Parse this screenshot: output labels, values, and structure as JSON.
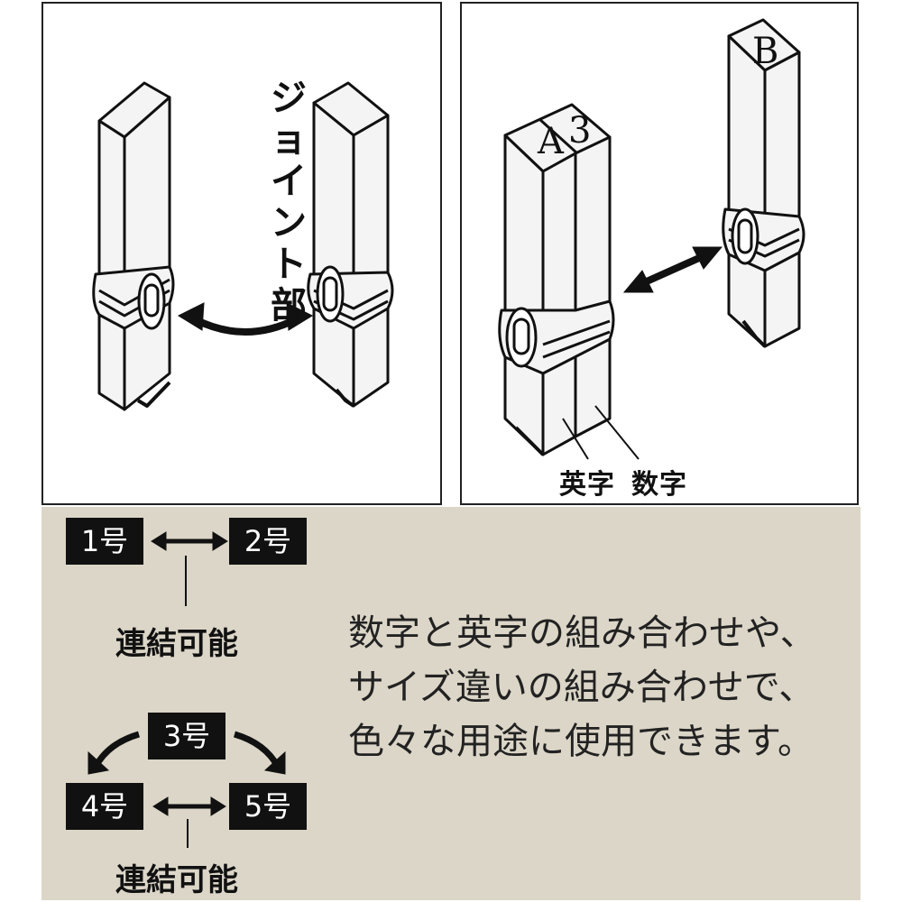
{
  "left_panel": {
    "joint_label": "ジョイント部"
  },
  "right_panel": {
    "stamp_letters": [
      "A",
      "3",
      "B"
    ],
    "caption_alpha": "英字",
    "caption_digit": "数字"
  },
  "info": {
    "group1": {
      "badges": [
        "1号",
        "2号"
      ],
      "connect_label": "連結可能"
    },
    "group2": {
      "badges": [
        "3号",
        "4号",
        "5号"
      ],
      "connect_label": "連結可能"
    },
    "description": [
      "数字と英字の組み合わせや、",
      "サイズ違いの組み合わせで、",
      "色々な用途に使用できます。"
    ]
  },
  "colors": {
    "panel_bg": "#dcd6c8",
    "badge_bg": "#111111",
    "badge_text": "#ffffff"
  }
}
